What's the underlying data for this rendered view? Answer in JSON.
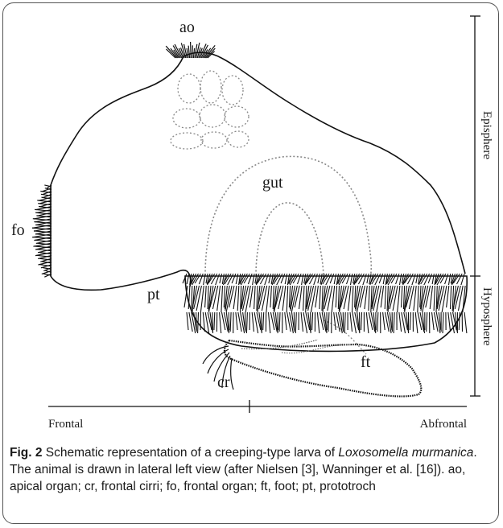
{
  "labels": {
    "ao": "ao",
    "gut": "gut",
    "fo": "fo",
    "pt": "pt",
    "cr": "cr",
    "ft": "ft",
    "episphere": "Episphere",
    "hyposphere": "Hyposphere",
    "frontal": "Frontal",
    "abfrontal": "Abfrontal"
  },
  "caption": {
    "fig_label": "Fig. 2",
    "text_before": " Schematic representation of a creeping-type larva of ",
    "species": "Loxosomella murmanica",
    "text_after": ". The animal is drawn in lateral left view (after Nielsen [3], Wanninger et al. [16]). ao, apical organ; cr, frontal cirri; fo, frontal organ; ft, foot; pt, prototroch"
  }
}
